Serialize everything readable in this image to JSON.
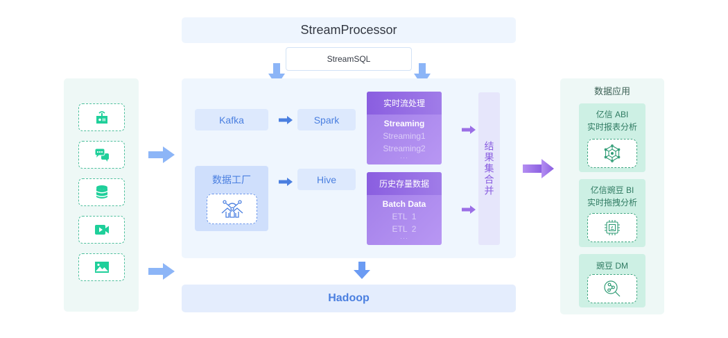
{
  "sources": {
    "items": [
      {
        "icon": "iot-device-icon"
      },
      {
        "icon": "chat-bubbles-icon"
      },
      {
        "icon": "database-icon"
      },
      {
        "icon": "video-camera-icon"
      },
      {
        "icon": "image-icon"
      }
    ]
  },
  "top": {
    "stream_processor": "StreamProcessor",
    "stream_sql": "StreamSQL"
  },
  "main": {
    "kafka": "Kafka",
    "spark": "Spark",
    "hive": "Hive",
    "data_factory": "数据工厂",
    "realtime": {
      "header": "实时流处理",
      "title": "Streaming",
      "lines": [
        "Streaming1",
        "Streaming2"
      ],
      "more": "···"
    },
    "history": {
      "header": "历史存量数据",
      "title": "Batch Data",
      "lines": [
        "ETL  1",
        "ETL  2"
      ],
      "more": "···"
    },
    "merge": "结果集合并"
  },
  "bottom": {
    "hadoop": "Hadoop"
  },
  "apps": {
    "title": "数据应用",
    "cards": [
      {
        "line1": "亿信 ABI",
        "line2": "实时报表分析",
        "icon": "network-hexagon-icon"
      },
      {
        "line1": "亿信豌豆 BI",
        "line2": "实时拖拽分析",
        "icon": "chip-icon"
      },
      {
        "line1": "豌豆 DM",
        "icon": "data-mining-search-icon"
      }
    ]
  },
  "colors": {
    "green_accent": "#1fcf9a",
    "blue_accent": "#4a7fe0",
    "purple_accent": "#8a5ee0",
    "arrow_blue": "#8cb5f7"
  }
}
